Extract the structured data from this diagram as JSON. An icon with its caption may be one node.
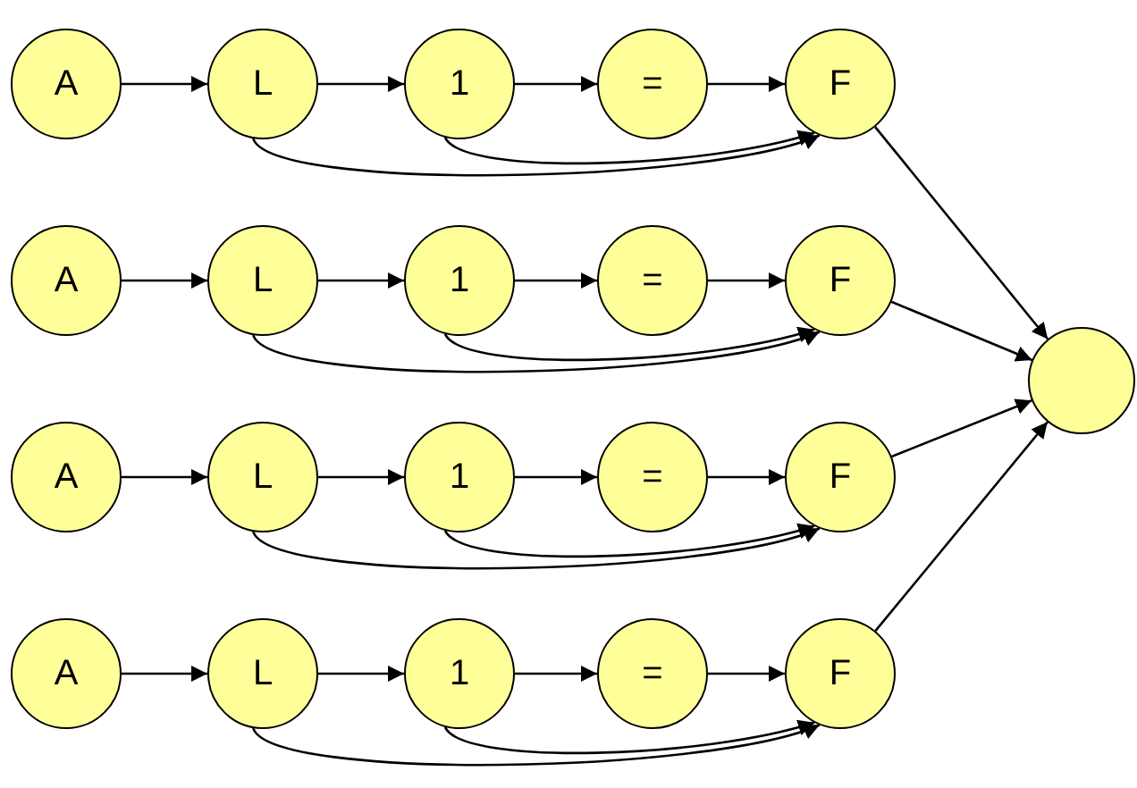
{
  "diagram": {
    "nodes": [
      {
        "text": [
          "A"
        ]
      },
      {
        "text": [
          "L"
        ]
      },
      {
        "text": [
          "1"
        ]
      },
      {
        "text": [
          "="
        ]
      },
      {
        "text": [
          "F"
        ]
      },
      {
        "text": [
          "A"
        ]
      },
      {
        "text": [
          "L"
        ]
      },
      {
        "text": [
          "1"
        ]
      },
      {
        "text": [
          "="
        ]
      },
      {
        "text": [
          "F"
        ]
      },
      {
        "text": [
          "A"
        ]
      },
      {
        "text": [
          "L"
        ]
      },
      {
        "text": [
          "1"
        ]
      },
      {
        "text": [
          "="
        ]
      },
      {
        "text": [
          "F"
        ]
      },
      {
        "text": [
          "A"
        ]
      },
      {
        "text": [
          "L"
        ]
      },
      {
        "text": [
          "1"
        ]
      },
      {
        "text": [
          "="
        ]
      },
      {
        "text": [
          "F"
        ]
      },
      {
        "text": [],
        "shape": "circle"
      }
    ],
    "edges": [
      {
        "from": 0,
        "to": 1,
        "arrow": "to"
      },
      {
        "from": 1,
        "to": 2,
        "arrow": "to"
      },
      {
        "from": 2,
        "to": 3,
        "arrow": "to"
      },
      {
        "from": 3,
        "to": 4,
        "arrow": "to"
      },
      {
        "from": 1,
        "to": 4,
        "arrow": "to"
      },
      {
        "from": 2,
        "to": 4,
        "arrow": "to"
      },
      {
        "from": 5,
        "to": 6,
        "arrow": "to"
      },
      {
        "from": 6,
        "to": 7,
        "arrow": "to"
      },
      {
        "from": 7,
        "to": 8,
        "arrow": "to"
      },
      {
        "from": 8,
        "to": 9,
        "arrow": "to"
      },
      {
        "from": 6,
        "to": 9,
        "arrow": "to"
      },
      {
        "from": 7,
        "to": 9,
        "arrow": "to"
      },
      {
        "from": 10,
        "to": 11,
        "arrow": "to"
      },
      {
        "from": 11,
        "to": 12,
        "arrow": "to"
      },
      {
        "from": 12,
        "to": 13,
        "arrow": "to"
      },
      {
        "from": 13,
        "to": 14,
        "arrow": "to"
      },
      {
        "from": 11,
        "to": 14,
        "arrow": "to"
      },
      {
        "from": 12,
        "to": 14,
        "arrow": "to"
      },
      {
        "from": 15,
        "to": 16,
        "arrow": "to"
      },
      {
        "from": 16,
        "to": 17,
        "arrow": "to"
      },
      {
        "from": 17,
        "to": 18,
        "arrow": "to"
      },
      {
        "from": 18,
        "to": 19,
        "arrow": "to"
      },
      {
        "from": 16,
        "to": 19,
        "arrow": "to"
      },
      {
        "from": 17,
        "to": 19,
        "arrow": "to"
      },
      {
        "from": 4,
        "to": 20,
        "arrow": "to"
      },
      {
        "from": 9,
        "to": 20,
        "arrow": "to"
      },
      {
        "from": 14,
        "to": 20,
        "arrow": "to"
      },
      {
        "from": 19,
        "to": 20,
        "arrow": "to"
      }
    ]
  }
}
